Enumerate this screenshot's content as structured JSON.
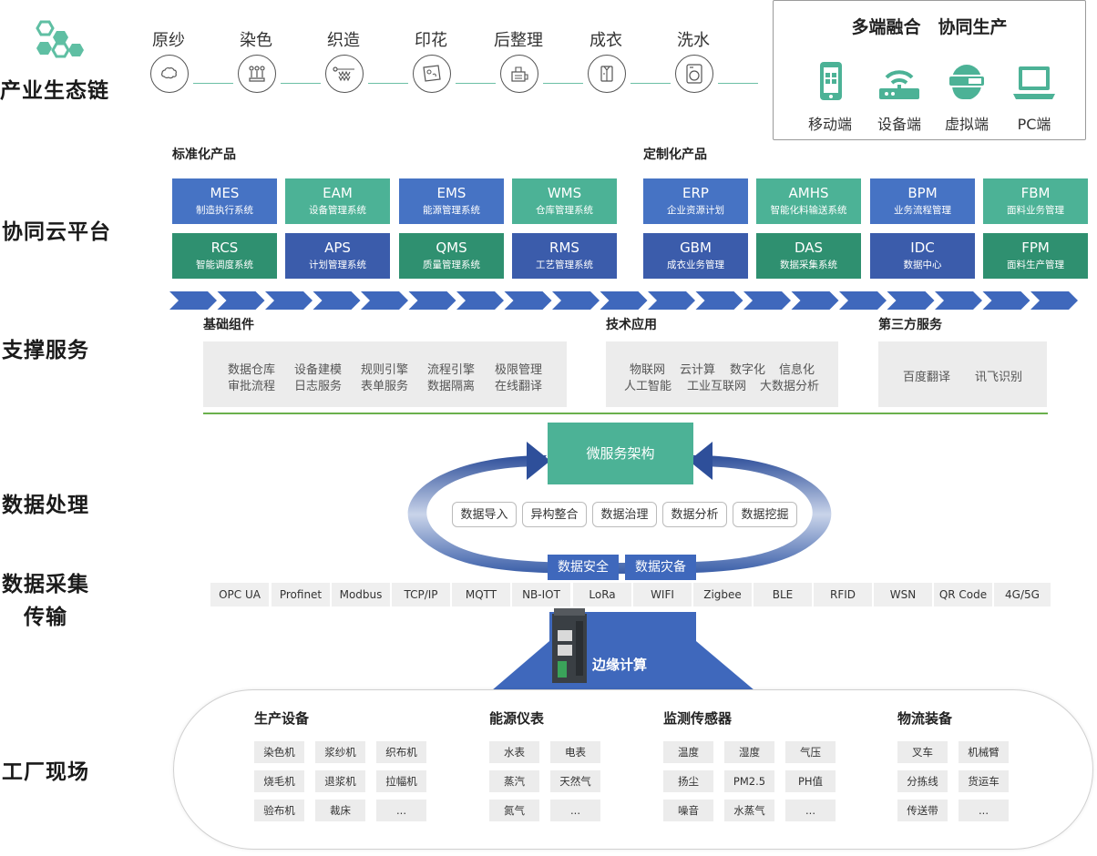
{
  "layers": {
    "l1": "产业生态链",
    "l2": "协同云平台",
    "l3": "支撑服务",
    "l4": "数据处理",
    "l5a": "数据采集",
    "l5b": "传输",
    "l6": "工厂现场"
  },
  "processes": [
    "原纱",
    "染色",
    "织造",
    "印花",
    "后整理",
    "成衣",
    "洗水"
  ],
  "terminals": {
    "title": "多端融合　协同生产",
    "items": [
      "移动端",
      "设备端",
      "虚拟端",
      "PC端"
    ]
  },
  "platform": {
    "standard_title": "标准化产品",
    "custom_title": "定制化产品",
    "standard": [
      {
        "code": "MES",
        "desc": "制造执行系统"
      },
      {
        "code": "EAM",
        "desc": "设备管理系统"
      },
      {
        "code": "EMS",
        "desc": "能源管理系统"
      },
      {
        "code": "WMS",
        "desc": "仓库管理系统"
      },
      {
        "code": "RCS",
        "desc": "智能调度系统"
      },
      {
        "code": "APS",
        "desc": "计划管理系统"
      },
      {
        "code": "QMS",
        "desc": "质量管理系统"
      },
      {
        "code": "RMS",
        "desc": "工艺管理系统"
      }
    ],
    "custom": [
      {
        "code": "ERP",
        "desc": "企业资源计划"
      },
      {
        "code": "AMHS",
        "desc": "智能化料输送系统"
      },
      {
        "code": "BPM",
        "desc": "业务流程管理"
      },
      {
        "code": "FBM",
        "desc": "面料业务管理"
      },
      {
        "code": "GBM",
        "desc": "成衣业务管理"
      },
      {
        "code": "DAS",
        "desc": "数据采集系统"
      },
      {
        "code": "IDC",
        "desc": "数据中心"
      },
      {
        "code": "FPM",
        "desc": "面料生产管理"
      }
    ]
  },
  "services": {
    "basic_title": "基础组件",
    "basic": [
      "数据仓库",
      "设备建模",
      "规则引擎",
      "流程引擎",
      "极限管理",
      "审批流程",
      "日志服务",
      "表单服务",
      "数据隔离",
      "在线翻译"
    ],
    "tech_title": "技术应用",
    "tech": [
      "物联网",
      "云计算",
      "数字化",
      "信息化",
      "人工智能",
      "工业互联网",
      "大数据分析"
    ],
    "third_title": "第三方服务",
    "third": [
      "百度翻译",
      "讯飞识别"
    ]
  },
  "processing": {
    "microservice": "微服务架构",
    "steps": [
      "数据导入",
      "异构整合",
      "数据治理",
      "数据分析",
      "数据挖掘"
    ],
    "security": "数据安全",
    "backup": "数据灾备"
  },
  "protocols": [
    "OPC UA",
    "Profinet",
    "Modbus",
    "TCP/IP",
    "MQTT",
    "NB-IOT",
    "LoRa",
    "WIFI",
    "Zigbee",
    "BLE",
    "RFID",
    "WSN",
    "QR Code",
    "4G/5G"
  ],
  "edge": "边缘计算",
  "field": {
    "production_title": "生产设备",
    "production": [
      "染色机",
      "浆纱机",
      "织布机",
      "烧毛机",
      "退浆机",
      "拉幅机",
      "验布机",
      "裁床",
      "..."
    ],
    "energy_title": "能源仪表",
    "energy": [
      "水表",
      "电表",
      "蒸汽",
      "天然气",
      "氮气",
      "..."
    ],
    "sensor_title": "监测传感器",
    "sensor": [
      "温度",
      "湿度",
      "气压",
      "扬尘",
      "PM2.5",
      "PH值",
      "噪音",
      "水蒸气",
      "..."
    ],
    "logistics_title": "物流装备",
    "logistics": [
      "叉车",
      "机械臂",
      "分拣线",
      "货运车",
      "传送带",
      "..."
    ]
  },
  "colors": {
    "blue": "#4673c4",
    "green": "#4cb296",
    "accent": "#6bbfa5",
    "arrow": "#3f68bc"
  }
}
